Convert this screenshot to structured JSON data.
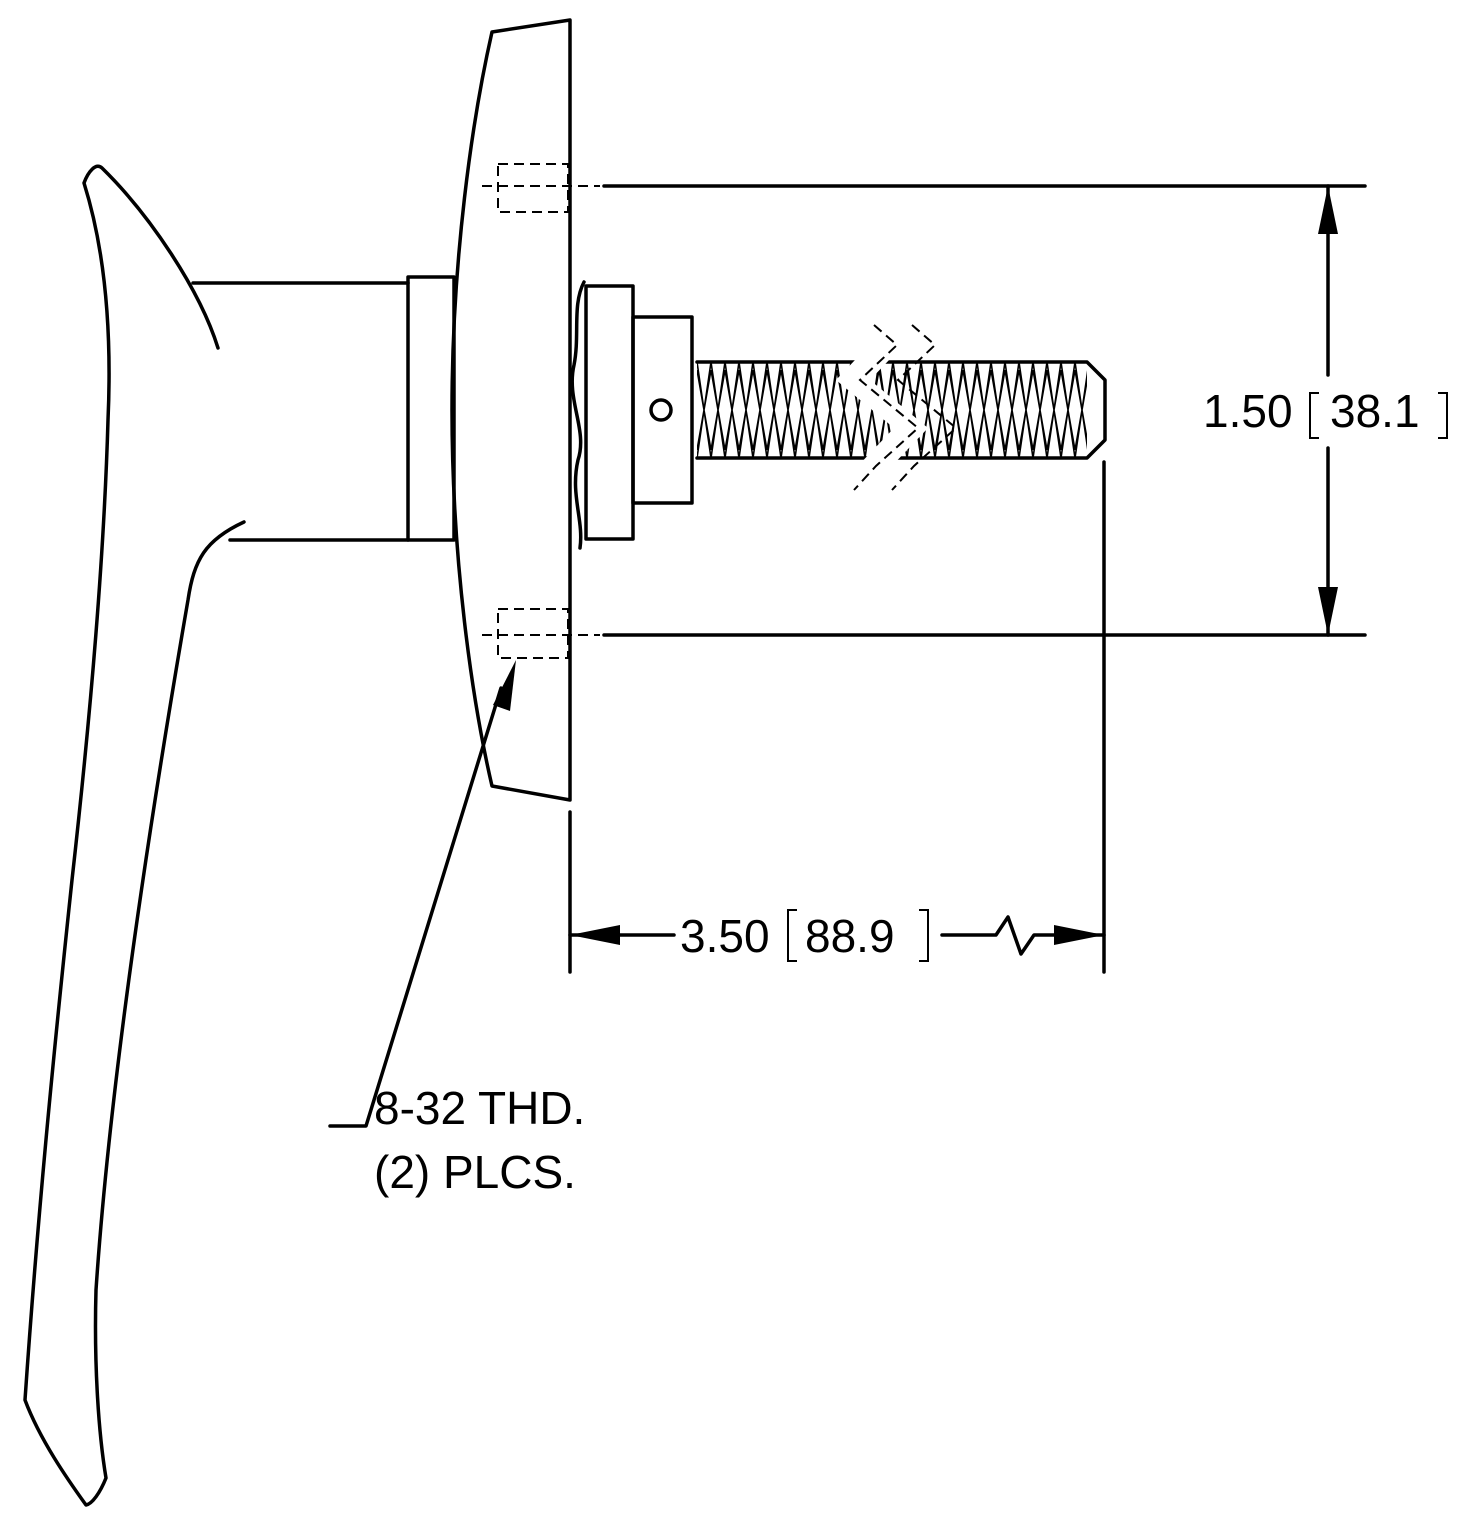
{
  "dimensions": {
    "vertical": {
      "value": "1.50",
      "metric": "38.1"
    },
    "horizontal": {
      "value": "3.50",
      "metric": "88.9"
    }
  },
  "callout": {
    "line1": "8-32 THD.",
    "line2": "(2) PLCS."
  },
  "stroke_color": "#000000",
  "background_color": "#ffffff"
}
